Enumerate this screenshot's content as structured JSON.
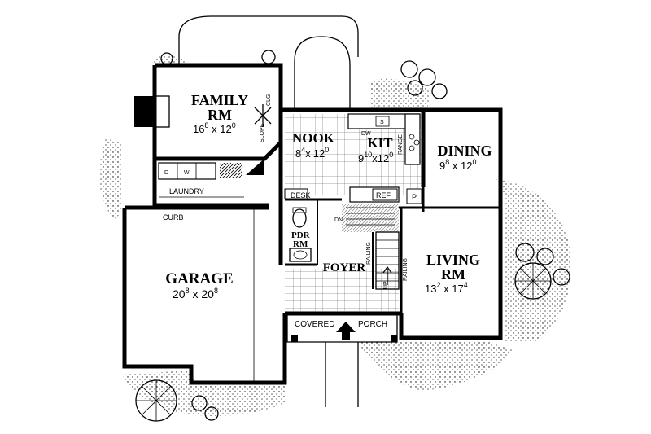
{
  "rooms": {
    "family": {
      "name_line1": "FAMILY",
      "name_line2": "RM",
      "dim_w": "16",
      "dim_w_sup": "8",
      "dim_x": " x ",
      "dim_h": "12",
      "dim_h_sup": "0"
    },
    "nook": {
      "name": "NOOK",
      "dim_w": "8",
      "dim_w_sup": "4",
      "dim_x": "x",
      "dim_h": "12",
      "dim_h_sup": "0"
    },
    "kit": {
      "name": "KIT",
      "dim_w": "9",
      "dim_w_sup": "10",
      "dim_x": "x",
      "dim_h": "12",
      "dim_h_sup": "0"
    },
    "dining": {
      "name": "DINING",
      "dim_w": "9",
      "dim_w_sup": "8",
      "dim_x": " x ",
      "dim_h": "12",
      "dim_h_sup": "0"
    },
    "living": {
      "name_line1": "LIVING",
      "name_line2": "RM",
      "dim_w": "13",
      "dim_w_sup": "2",
      "dim_x": " x ",
      "dim_h": "17",
      "dim_h_sup": "4"
    },
    "garage": {
      "name": "GARAGE",
      "dim_w": "20",
      "dim_w_sup": "8",
      "dim_x": " x ",
      "dim_h": "20",
      "dim_h_sup": "8"
    },
    "foyer": {
      "name": "FOYER"
    },
    "pdr": {
      "line1": "PDR",
      "line2": "RM"
    }
  },
  "labels": {
    "covered": "COVERED",
    "porch": "PORCH",
    "laundry": "LAUNDRY",
    "curb": "CURB",
    "desk": "DESK",
    "ref": "REF",
    "pantry": "P",
    "dn": "DN",
    "up": "UP",
    "railing": "RAILING",
    "range": "RANGE",
    "dw": "DW",
    "sink": "S",
    "slope": "SLOPE",
    "clg": "CLG",
    "washer": "W",
    "dryer": "D"
  },
  "colors": {
    "ink": "#000000",
    "paper": "#ffffff"
  }
}
